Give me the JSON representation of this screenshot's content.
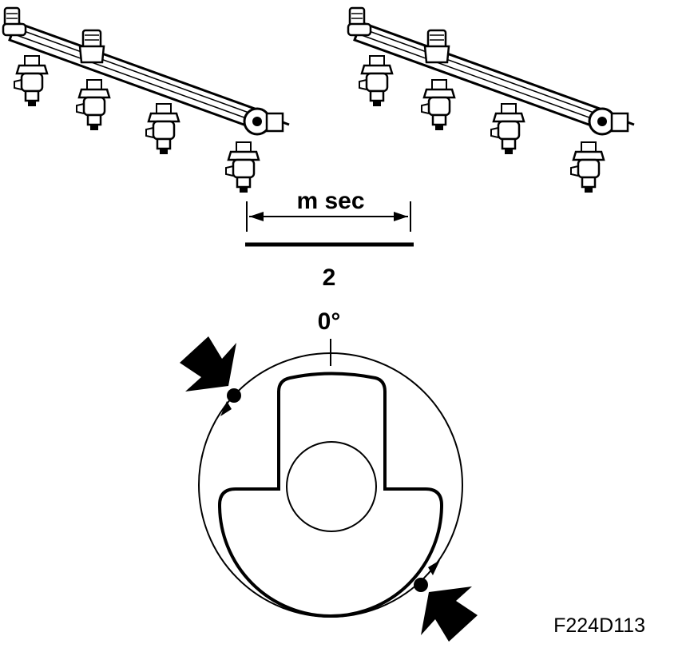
{
  "labels": {
    "duration": "m sec",
    "mark_number": "2",
    "angle": "0°",
    "figure_code": "F224D113"
  },
  "colors": {
    "ink": "#000000",
    "paper": "#ffffff"
  },
  "icons": {
    "left_rail": "fuel-rail-injectors-icon",
    "right_rail": "fuel-rail-injectors-icon",
    "arrow_top": "thick-arrow-down-right-icon",
    "arrow_bottom": "thick-arrow-up-left-icon"
  }
}
